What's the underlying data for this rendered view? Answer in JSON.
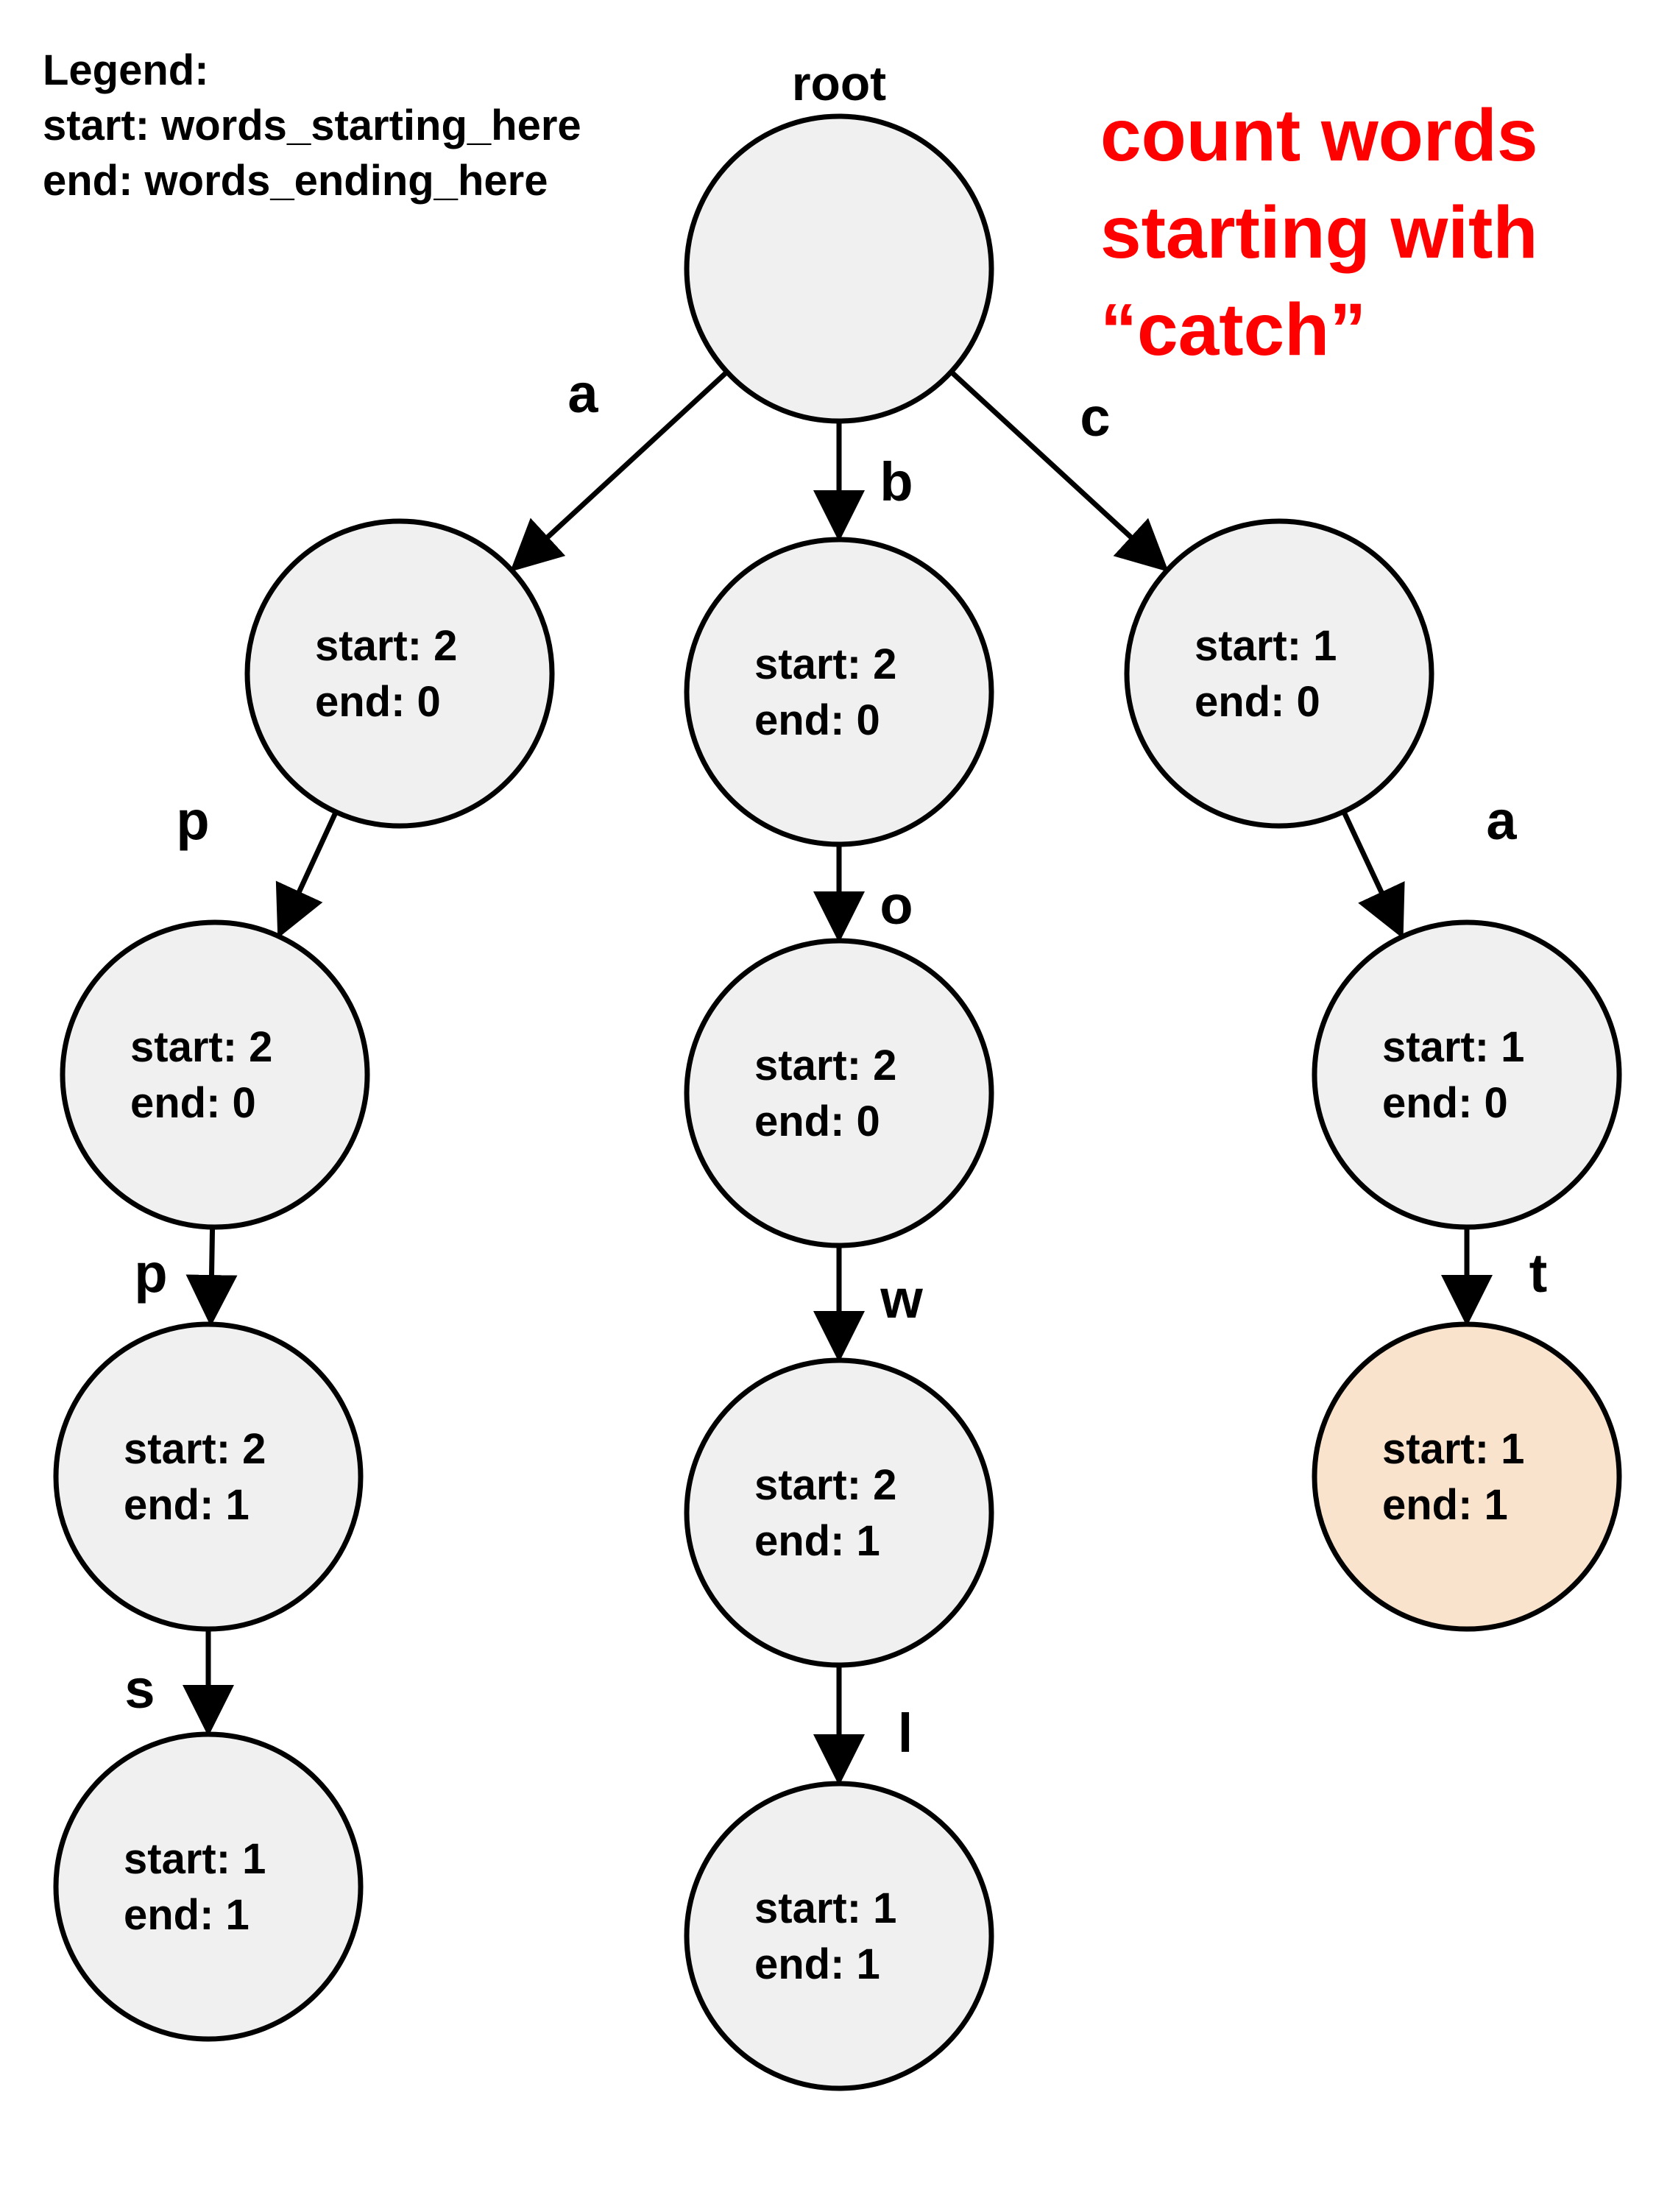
{
  "legend": {
    "title": "Legend:",
    "start_line": "start: words_starting_here",
    "end_line": "end: words_ending_here"
  },
  "query_lines": [
    "count words",
    "starting with",
    "“catch”"
  ],
  "colors": {
    "node_fill": "#f0f0f0",
    "node_stroke": "#000000",
    "highlight_fill": "#fae3cc",
    "highlight_stroke": "#e08f3e",
    "query_text": "#ff0000"
  },
  "tree": {
    "root_label": "root",
    "nodes": [
      {
        "id": "root",
        "start": null,
        "end": null,
        "highlight": false
      },
      {
        "id": "a",
        "parent": "root",
        "edge": "a",
        "start": 2,
        "end": 0,
        "highlight": false
      },
      {
        "id": "ap",
        "parent": "a",
        "edge": "p",
        "start": 2,
        "end": 0,
        "highlight": false
      },
      {
        "id": "app",
        "parent": "ap",
        "edge": "p",
        "start": 2,
        "end": 1,
        "highlight": false
      },
      {
        "id": "apps",
        "parent": "app",
        "edge": "s",
        "start": 1,
        "end": 1,
        "highlight": false
      },
      {
        "id": "b",
        "parent": "root",
        "edge": "b",
        "start": 2,
        "end": 0,
        "highlight": false
      },
      {
        "id": "bo",
        "parent": "b",
        "edge": "o",
        "start": 2,
        "end": 0,
        "highlight": false
      },
      {
        "id": "bow",
        "parent": "bo",
        "edge": "w",
        "start": 2,
        "end": 1,
        "highlight": false
      },
      {
        "id": "bowl",
        "parent": "bow",
        "edge": "l",
        "start": 1,
        "end": 1,
        "highlight": false
      },
      {
        "id": "c",
        "parent": "root",
        "edge": "c",
        "start": 1,
        "end": 0,
        "highlight": false
      },
      {
        "id": "ca",
        "parent": "c",
        "edge": "a",
        "start": 1,
        "end": 0,
        "highlight": false
      },
      {
        "id": "cat",
        "parent": "ca",
        "edge": "t",
        "start": 1,
        "end": 1,
        "highlight": true
      }
    ]
  }
}
